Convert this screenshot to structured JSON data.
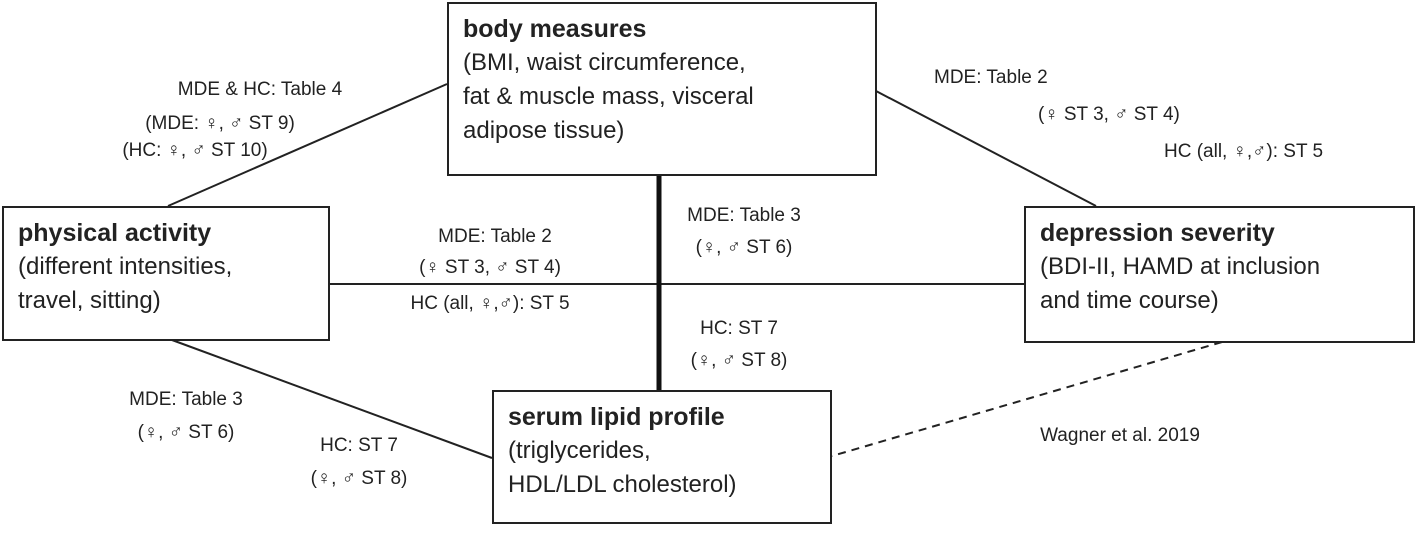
{
  "nodes": {
    "body": {
      "title": "body measures",
      "desc": "(BMI, waist circumference,\nfat & muscle mass, visceral\nadipose tissue)"
    },
    "physical": {
      "title": "physical activity",
      "desc": "(different intensities,\ntravel, sitting)"
    },
    "depression": {
      "title": "depression severity",
      "desc": "(BDI-II, HAMD at inclusion\nand time course)"
    },
    "lipid": {
      "title": "serum lipid profile",
      "desc": "(triglycerides,\nHDL/LDL cholesterol)"
    }
  },
  "edges": {
    "physical_body": [
      "MDE & HC: Table 4",
      "(MDE: ♀, ♂ ST 9)",
      "(HC: ♀, ♂ ST 10)"
    ],
    "body_depression": [
      "MDE: Table 2",
      "(♀ ST 3,  ♂ ST 4)",
      "HC (all, ♀,♂): ST 5"
    ],
    "physical_depression": [
      "MDE: Table 2",
      "(♀ ST 3,  ♂ ST 4)",
      "HC (all, ♀,♂): ST 5"
    ],
    "body_lipid_upper": [
      "MDE: Table 3",
      "(♀, ♂ ST 6)"
    ],
    "body_lipid_lower": [
      "HC: ST 7",
      "(♀, ♂ ST 8)"
    ],
    "physical_lipid_mde": [
      "MDE: Table 3",
      "(♀, ♂ ST 6)"
    ],
    "physical_lipid_hc": [
      "HC: ST 7",
      "(♀, ♂ ST 8)"
    ],
    "depression_lipid": [
      "Wagner et al. 2019"
    ]
  }
}
